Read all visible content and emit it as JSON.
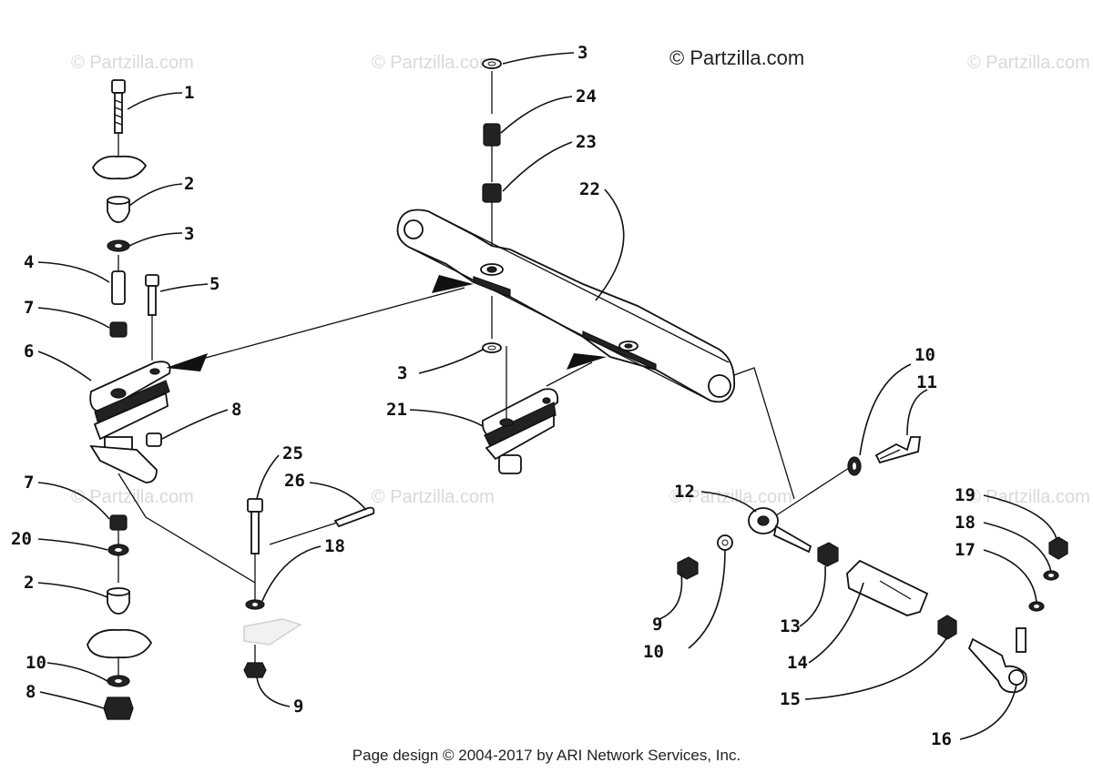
{
  "copyright": "© Partzilla.com",
  "watermark": "© Partzilla.com",
  "footer": "Page design © 2004-2017 by ARI Network Services, Inc.",
  "callouts": {
    "c1": "1",
    "c2a": "2",
    "c3a": "3",
    "c4": "4",
    "c5": "5",
    "c7a": "7",
    "c6": "6",
    "c8a": "8",
    "c7b": "7",
    "c20": "20",
    "c2b": "2",
    "c10a": "10",
    "c8b": "8",
    "c25": "25",
    "c26": "26",
    "c18a": "18",
    "c9a": "9",
    "c3b": "3",
    "c24": "24",
    "c23": "23",
    "c22": "22",
    "c3c": "3",
    "c21": "21",
    "c10b": "10",
    "c11": "11",
    "c12": "12",
    "c9b": "9",
    "c10c": "10",
    "c13": "13",
    "c14": "14",
    "c15": "15",
    "c16": "16",
    "c19": "19",
    "c18b": "18",
    "c17": "17"
  }
}
